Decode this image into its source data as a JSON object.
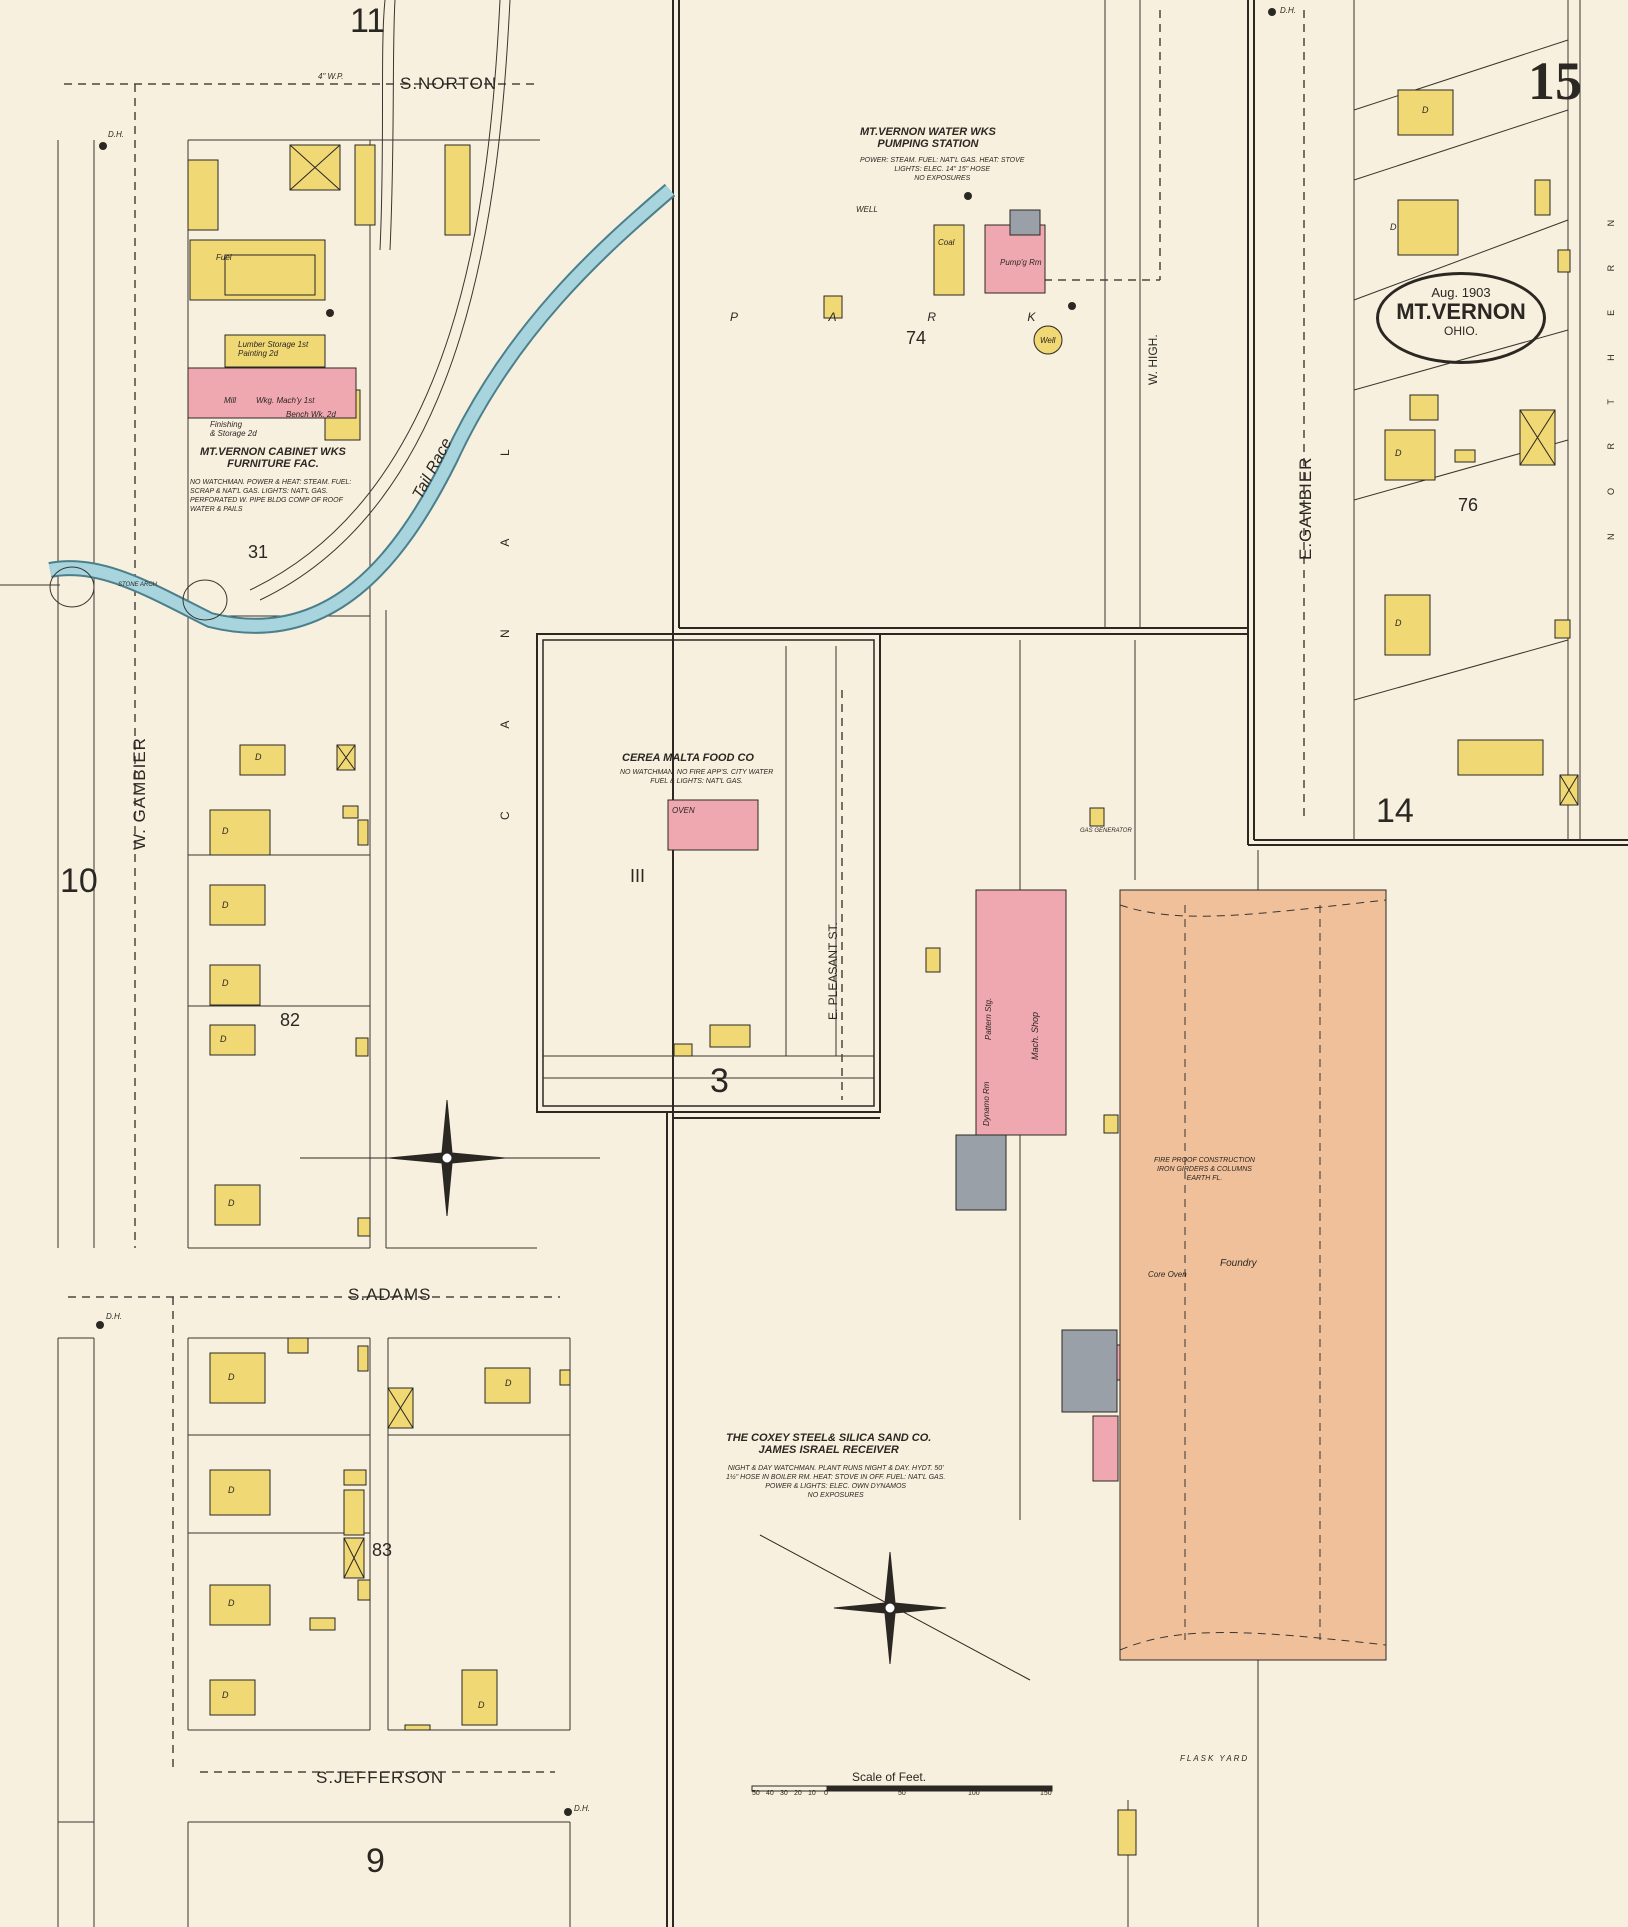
{
  "sheet": {
    "number": "15",
    "stamp": {
      "date": "Aug. 1903",
      "city": "MT.VERNON",
      "state": "OHIO."
    }
  },
  "streets": {
    "s_norton": "S.NORTON",
    "s_adams": "S.ADAMS",
    "s_jefferson": "S.JEFFERSON",
    "w_gambier": "W. GAMBIER",
    "e_gambier": "E.GAMBIER",
    "w_high": "W. HIGH.",
    "e_pleasant": "E. PLEASANT ST.",
    "tail_race": "Tail Race",
    "canal": "C A N A L",
    "track": "P A R K",
    "right_edge": "N O R T H  E R N"
  },
  "adjoining_sheets": {
    "top": "11",
    "left": "10",
    "bottom": "9",
    "right_block": "14"
  },
  "blocks": {
    "b31": "31",
    "b74": "74",
    "b76": "76",
    "b82": "82",
    "b83": "83",
    "b111": "III",
    "b3": "3"
  },
  "establishments": {
    "water_works": {
      "title_1": "MT.VERNON WATER WKS",
      "title_2": "PUMPING STATION",
      "note": "POWER: STEAM. FUEL: NAT'L GAS. HEAT: STOVE\nLIGHTS: ELEC. 14\" 15\" HOSE\nNO EXPOSURES",
      "labels": {
        "well": "WELL",
        "coal": "Coal",
        "pump": "Pump'g Rm",
        "well2": "Well"
      }
    },
    "cabinet_works": {
      "title_1": "MT.VERNON CABINET WKS",
      "title_2": "FURNITURE FAC.",
      "note": "NO WATCHMAN. POWER & HEAT: STEAM. FUEL:\nSCRAP & NAT'L GAS. LIGHTS: NAT'L GAS.\nPERFORATED W. PIPE BLDG COMP OF ROOF\nWATER & PAILS",
      "labels": {
        "fuel": "Fuel",
        "lumber": "Lumber Storage 1st\nPainting 2d",
        "mill": "Mill",
        "working": "Wkg. Mach'y 1st",
        "bench": "Bench Wk. 2d",
        "finishing": "Finishing\n& Storage 2d"
      }
    },
    "cerea_malta": {
      "title": "CEREA MALTA FOOD CO",
      "note": "NO WATCHMAN. NO FIRE APP'S. CITY WATER\nFUEL & LIGHTS: NAT'L GAS.",
      "labels": {
        "oven": "OVEN"
      }
    },
    "coxey": {
      "title_1": "THE COXEY STEEL& SILICA SAND CO.",
      "title_2": "JAMES ISRAEL RECEIVER",
      "note": "NIGHT & DAY WATCHMAN. PLANT RUNS NIGHT & DAY. HYDT. 50'\n1½\" HOSE IN BOILER RM. HEAT: STOVE IN OFF. FUEL: NAT'L GAS.\nPOWER & LIGHTS: ELEC. OWN DYNAMOS\nNO EXPOSURES",
      "labels": {
        "mach_shop": "Mach. Shop",
        "dynamo": "Dynamo Rm",
        "pattern": "Pattern Stg.",
        "foundry": "Foundry",
        "fireproof": "FIRE PROOF CONSTRUCTION\nIRON GIRDERS & COLUMNS\nEARTH FL.",
        "core": "Core Oven",
        "flask": "FLASK  YARD",
        "gas_gen": "GAS GENERATOR"
      }
    }
  },
  "misc": {
    "dh": "D.H.",
    "stone_arch": "STONE ARCH",
    "wp": "4\" W.P.",
    "dwelling": "D"
  },
  "scale": {
    "title": "Scale of Feet.",
    "ticks": [
      "50",
      "40",
      "30",
      "20",
      "10",
      "0",
      "50",
      "100",
      "150"
    ]
  },
  "colors": {
    "paper": "#f7f0de",
    "frame": "#2b2723",
    "frame_wall": "#2b2723",
    "frame_light": "#3a3530",
    "frame_dash": "#4b463f",
    "wood_frame": "#f0d874",
    "brick": "#f0a8b0",
    "fireproof": "#f0c09a",
    "stone": "#9aa0a8",
    "water": "#a8d4de"
  }
}
